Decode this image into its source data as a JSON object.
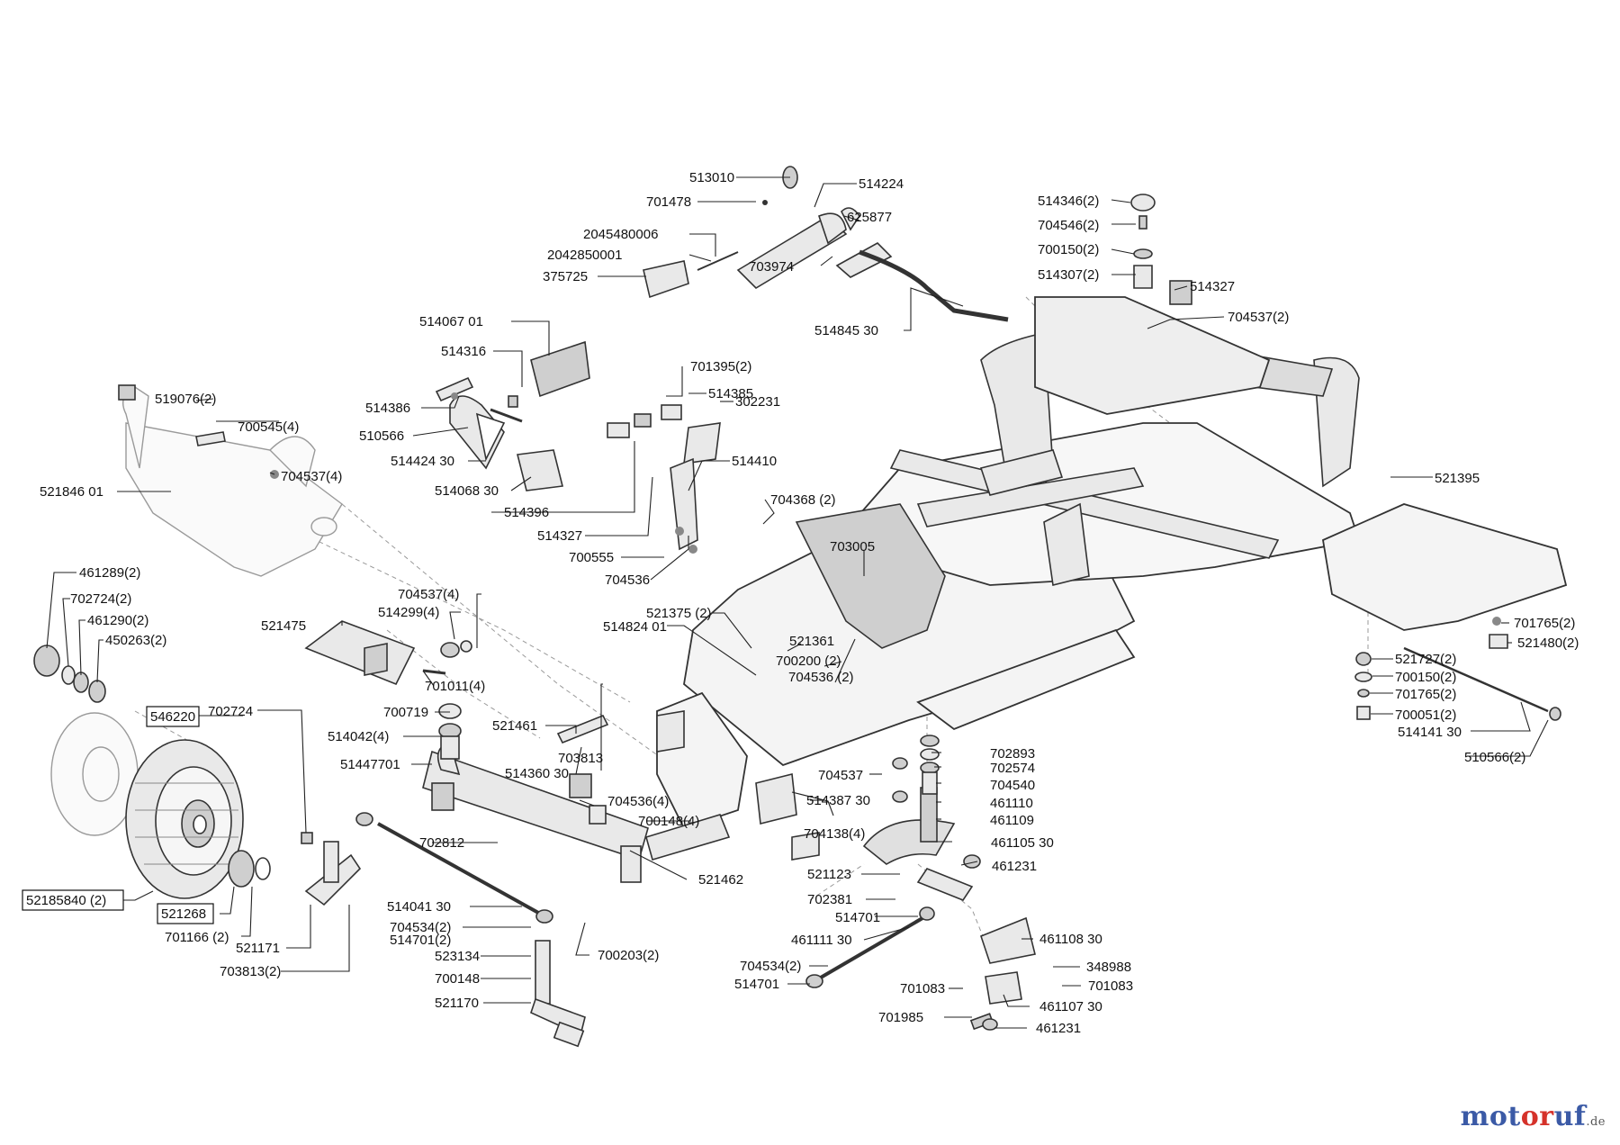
{
  "brand": {
    "part1": "mot",
    "part2": "or",
    "part3": "uf",
    "suffix": ".de"
  },
  "parts": {
    "p513010": "513010",
    "p514224": "514224",
    "p701478": "701478",
    "p625877": "625877",
    "p2045480006": "2045480006",
    "p2042850001": "2042850001",
    "p703974": "703974",
    "p375725": "375725",
    "p514346": "514346(2)",
    "p704546": "704546(2)",
    "p700150a": "700150(2)",
    "p514307": "514307(2)",
    "p514327a": "514327",
    "p704537a": "704537(2)",
    "p514845": "514845 30",
    "p51406701": "514067 01",
    "p514316": "514316",
    "p514386": "514386",
    "p510566a": "510566",
    "p51442430": "514424 30",
    "p51406830": "514068 30",
    "p514396": "514396",
    "p514327b": "514327",
    "p701395": "701395(2)",
    "p514385": "514385",
    "p302231": "302231",
    "p514410": "514410",
    "p700555": "700555",
    "p704536a": "704536",
    "p519076": "519076(2)",
    "p700545": "700545(4)",
    "p704537b": "704537(4)",
    "p52184601": "521846 01",
    "p704368": "704368 (2)",
    "p703005": "703005",
    "p521395": "521395",
    "p461289": "461289(2)",
    "p702724a": "702724(2)",
    "p461290": "461290(2)",
    "p450263": "450263(2)",
    "p704537c": "704537(4)",
    "p514299": "514299(4)",
    "p521475": "521475",
    "p701011": "701011(4)",
    "p521375": "521375 (2)",
    "p51482401": "514824 01",
    "p521361": "521361",
    "p700200": "700200 (2)",
    "p704536b": "704536 (2)",
    "p701765a": "701765(2)",
    "p521480": "521480(2)",
    "p521727": "521727(2)",
    "p700150b": "700150(2)",
    "p701765b": "701765(2)",
    "p700051": "700051(2)",
    "p51414130": "514141 30",
    "p510566b": "510566(2)",
    "p546220": "546220",
    "p702724b": "702724",
    "p700719": "700719",
    "p514042": "514042(4)",
    "p51447701": "51447701",
    "p521461": "521461",
    "p703813a": "703813",
    "p51436030": "514360 30",
    "p704536c": "704536(4)",
    "p700148a": "700148(4)",
    "p521462": "521462",
    "p704537d": "704537",
    "p51438730": "514387 30",
    "p704138": "704138(4)",
    "p702893": "702893",
    "p702574": "702574",
    "p704540": "704540",
    "p461110": "461110",
    "p461109": "461109",
    "p46110530": "461105 30",
    "p461231a": "461231",
    "p521123": "521123",
    "p702381": "702381",
    "p514701a": "514701",
    "p702812": "702812",
    "p52185840": "52185840 (2)",
    "p521268": "521268",
    "p701166": "701166 (2)",
    "p521171": "521171",
    "p703813b": "703813(2)",
    "p51404130": "514041 30",
    "p704534a": "704534(2)",
    "p514701b": "514701(2)",
    "p523134": "523134",
    "p700148b": "700148",
    "p521170": "521170",
    "p700203": "700203(2)",
    "p46111130": "461111 30",
    "p704534b": "704534(2)",
    "p514701c": "514701",
    "p46110830": "461108 30",
    "p348988": "348988",
    "p701083a": "701083",
    "p701083b": "701083",
    "p46110730": "461107 30",
    "p701985": "701985",
    "p461231b": "461231"
  }
}
